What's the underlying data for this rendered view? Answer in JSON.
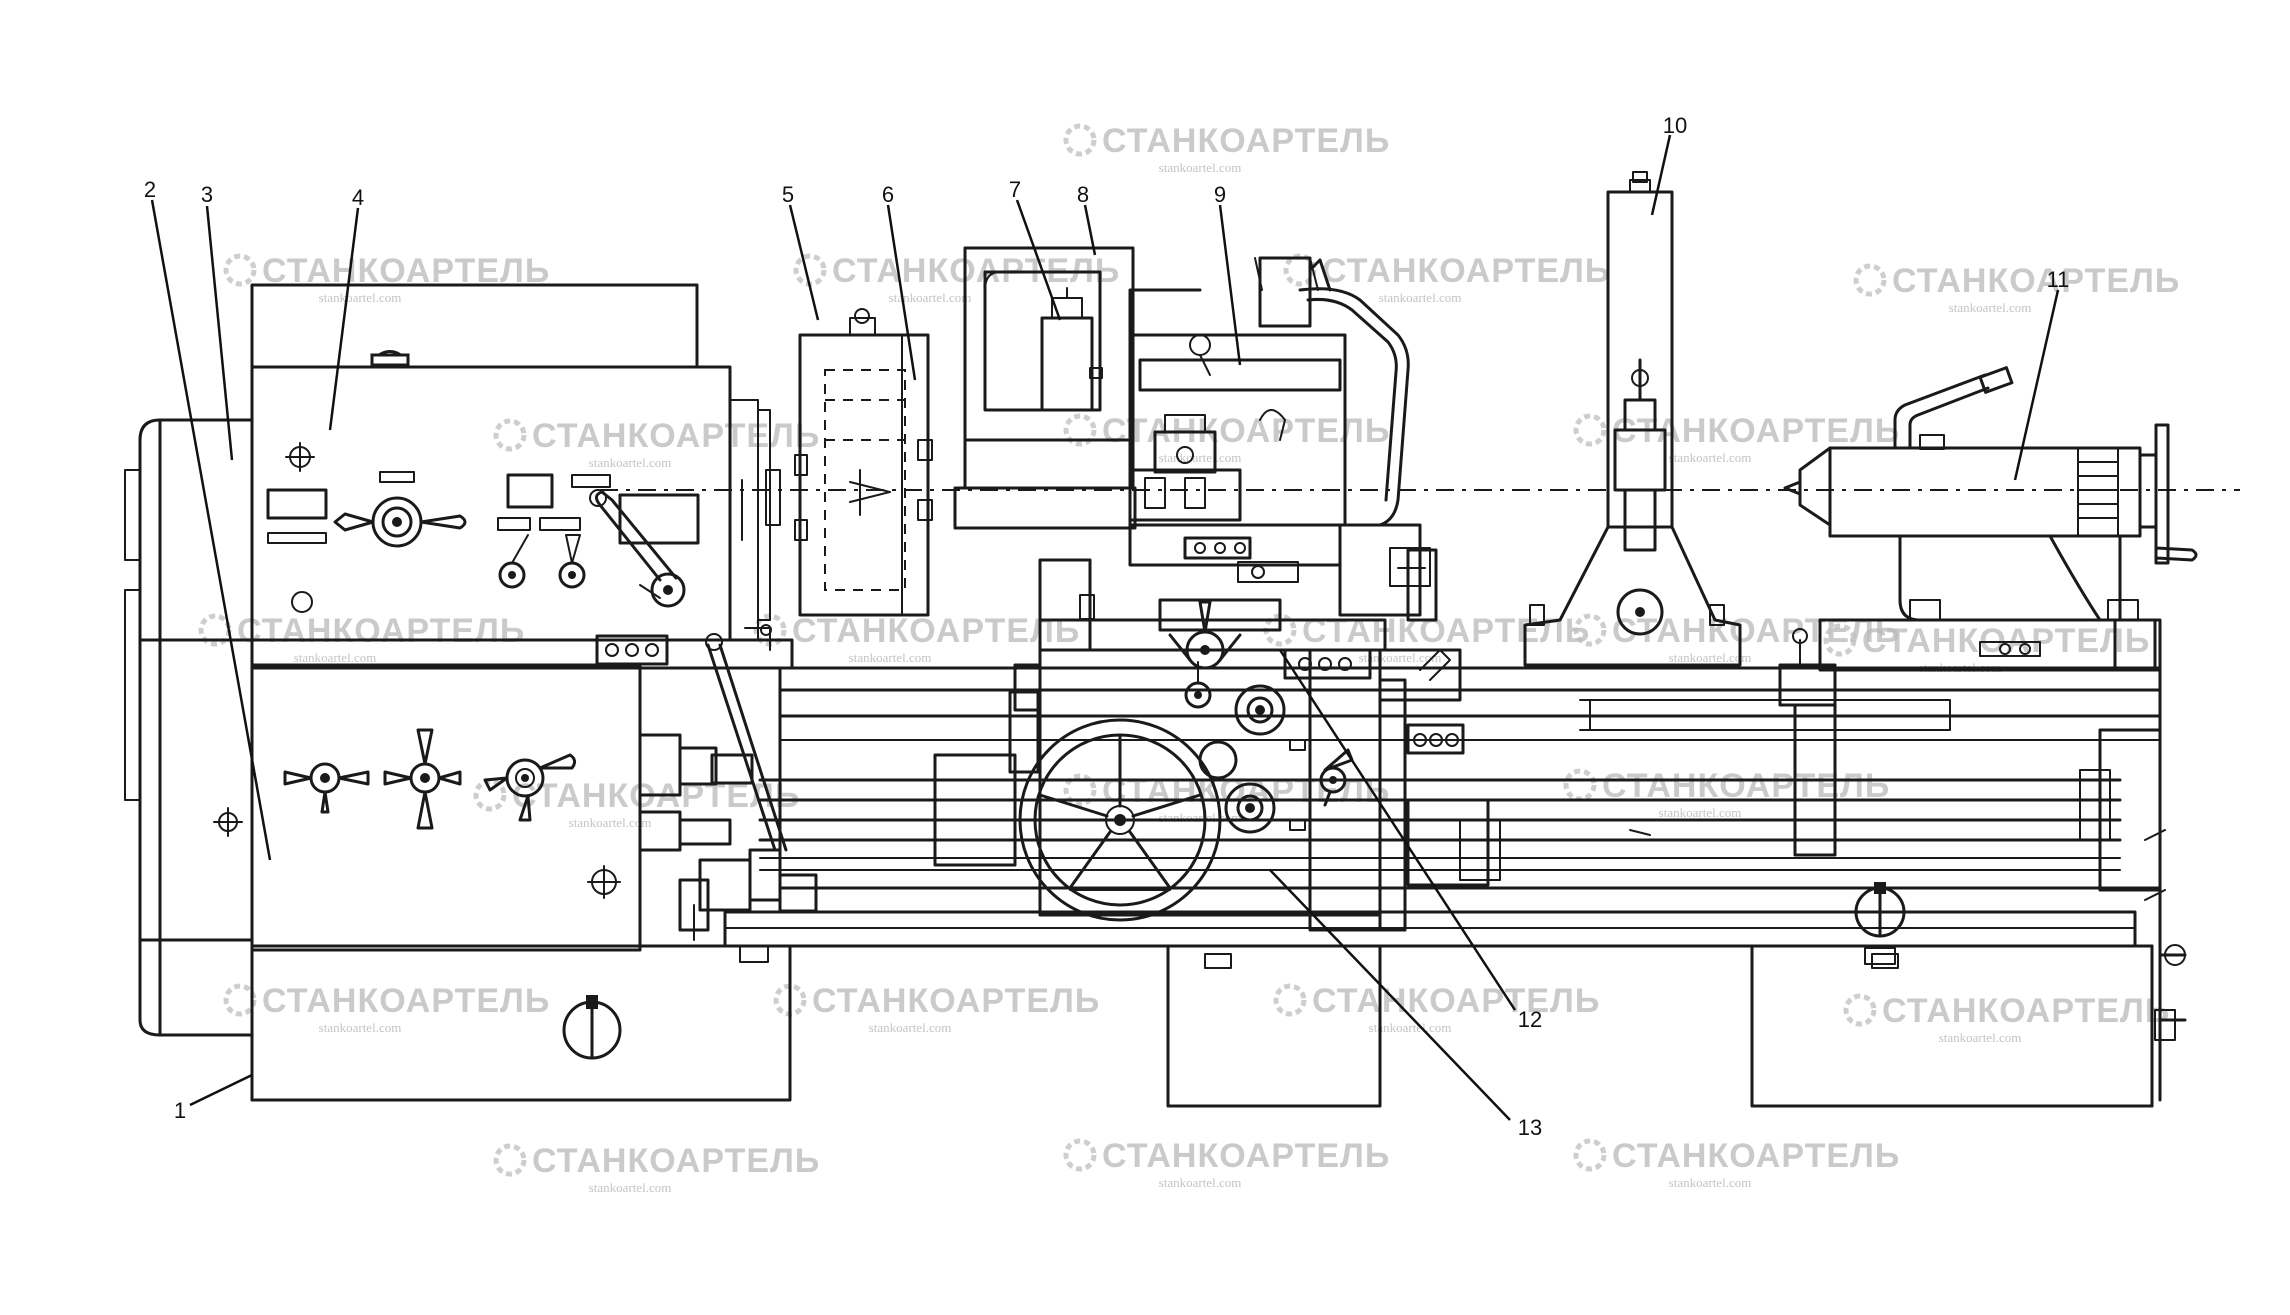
{
  "watermark": {
    "name": "СТАНКОАРТЕЛЬ",
    "url": "stankoartel.com",
    "icon": "gear-icon",
    "color": "#b9b9b9"
  },
  "callouts": [
    "1",
    "2",
    "3",
    "4",
    "5",
    "6",
    "7",
    "8",
    "9",
    "10",
    "11",
    "12",
    "13"
  ]
}
